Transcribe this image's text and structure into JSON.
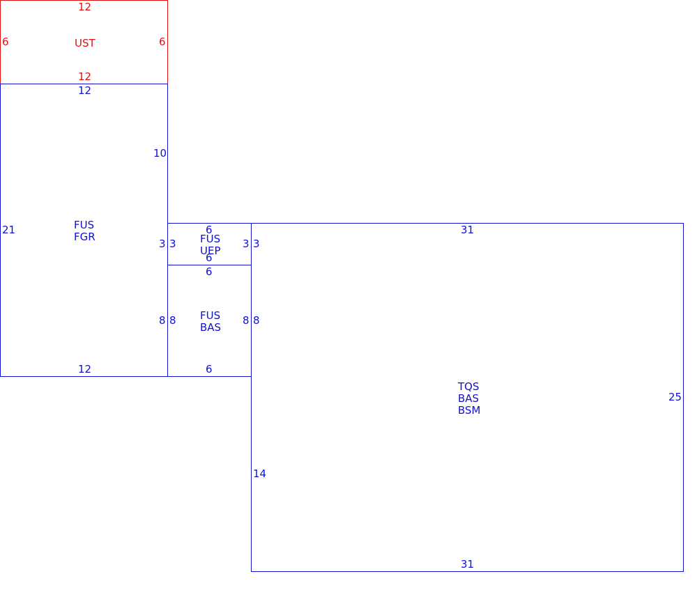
{
  "colors": {
    "blue": "#1010d0",
    "red": "#e01010"
  },
  "rooms": {
    "ust": {
      "name": [
        "UST"
      ],
      "top": "12",
      "bottom": "12",
      "left": "6",
      "right": "6"
    },
    "fus_fgr": {
      "name": [
        "FUS",
        "FGR"
      ],
      "top": "12",
      "bottom": "12",
      "left": "21",
      "right_upper": "10",
      "right_mid": "3",
      "right_low": "8"
    },
    "fus_uep": {
      "name": [
        "FUS",
        "UEP"
      ],
      "top": "6",
      "bottom": "6",
      "left": "3",
      "right": "3"
    },
    "fus_bas": {
      "name": [
        "FUS",
        "BAS"
      ],
      "top": "6",
      "bottom": "6",
      "left": "8",
      "right": "8"
    },
    "tqs": {
      "name": [
        "TQS",
        "BAS",
        "BSM"
      ],
      "top": "31",
      "bottom": "31",
      "left_upper_a": "3",
      "left_upper_b": "8",
      "left_lower": "14",
      "right": "25"
    }
  }
}
